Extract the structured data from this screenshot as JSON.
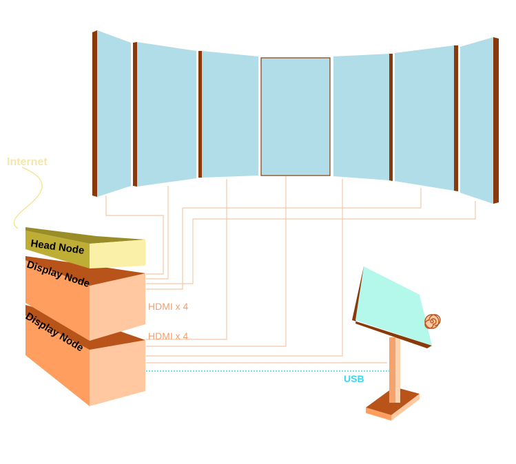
{
  "labels": {
    "internet": "Internet",
    "hdmi_upper": "HDMI x 4",
    "hdmi_lower": "HDMI x 4",
    "usb": "USB"
  },
  "nodes": {
    "head": "Head Node",
    "display_1": "Display Node",
    "display_2": "Display Node"
  },
  "colors": {
    "screen_fill": "#b0dde8",
    "screen_edge": "#8a3a0a",
    "head_top": "#9a8d28",
    "head_front": "#fbf0a8",
    "display_top": "#b8531a",
    "display_side": "#ff9e5e",
    "display_front": "#ffc8a0",
    "cable": "#f5c7a8",
    "usb_line": "#38d8f0",
    "kiosk_screen": "#b4f8ec",
    "kiosk_post": "#f6a26c",
    "kiosk_base_top": "#b8531a",
    "internet_cable": "#f3e48a"
  }
}
